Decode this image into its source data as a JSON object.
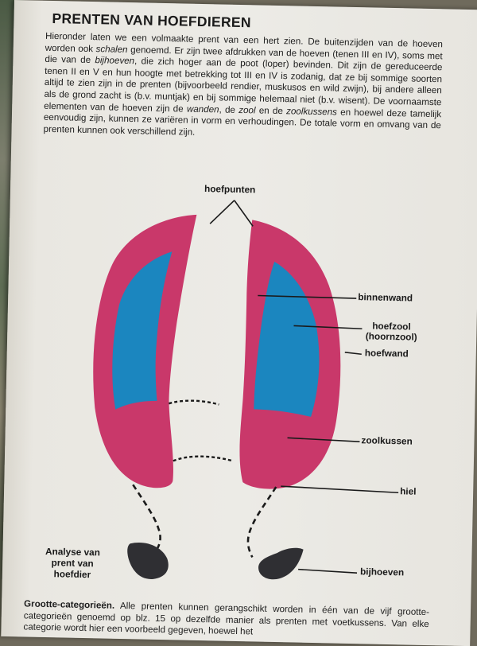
{
  "heading": "PRENTEN VAN HOEFDIEREN",
  "intro": {
    "s1": "Hieronder laten we een volmaakte prent van een hert zien. De buitenzijden van de hoeven worden ook ",
    "i1": "schalen",
    "s2": " genoemd. Er zijn twee afdrukken van de hoeven (tenen III en IV), soms met die van de ",
    "i2": "bijhoeven",
    "s3": ", die zich hoger aan de poot (loper) bevinden. Dit zijn de gereduceerde tenen II en V en hun hoogte met betrekking tot III en IV is zodanig, dat ze bij sommige soorten altijd te zien zijn in de prenten (bijvoorbeeld rendier, muskusos en wild zwijn), bij andere alleen als de grond zacht is (b.v. muntjak) en bij sommige helemaal niet (b.v. wisent). De voornaamste elementen van de hoeven zijn de ",
    "i3": "wanden",
    "s4": ", de ",
    "i4": "zool",
    "s5": " en de ",
    "i5": "zoolkussens",
    "s6": " en hoewel deze tamelijk eenvoudig zijn, kunnen ze variëren in vorm en verhoudingen. De totale vorm en omvang van de prenten kunnen ook verschillend zijn."
  },
  "labels": {
    "hoefpunten": "hoefpunten",
    "binnenwand": "binnenwand",
    "hoefzool": "hoefzool",
    "hoornzool": "(hoornzool)",
    "hoefwand": "hoefwand",
    "zoolkussen": "zoolkussen",
    "hiel": "hiel",
    "bijhoeven": "bijhoeven"
  },
  "caption": {
    "line1": "Analyse van",
    "line2": "prent van",
    "line3": "hoefdier"
  },
  "bottom": {
    "bold": "Grootte-categorieën.",
    "text": " Alle prenten kunnen gerangschikt worden in één van de vijf grootte-categorieën genoemd op blz. 15 op dezelfde manier als prenten met voetkussens. Van elke categorie wordt hier een voorbeeld gegeven, hoewel het"
  },
  "colors": {
    "wall": "#c9386a",
    "sole": "#1b86bf",
    "dewclaw": "#2f2f33",
    "ink": "#1a1a1a"
  }
}
